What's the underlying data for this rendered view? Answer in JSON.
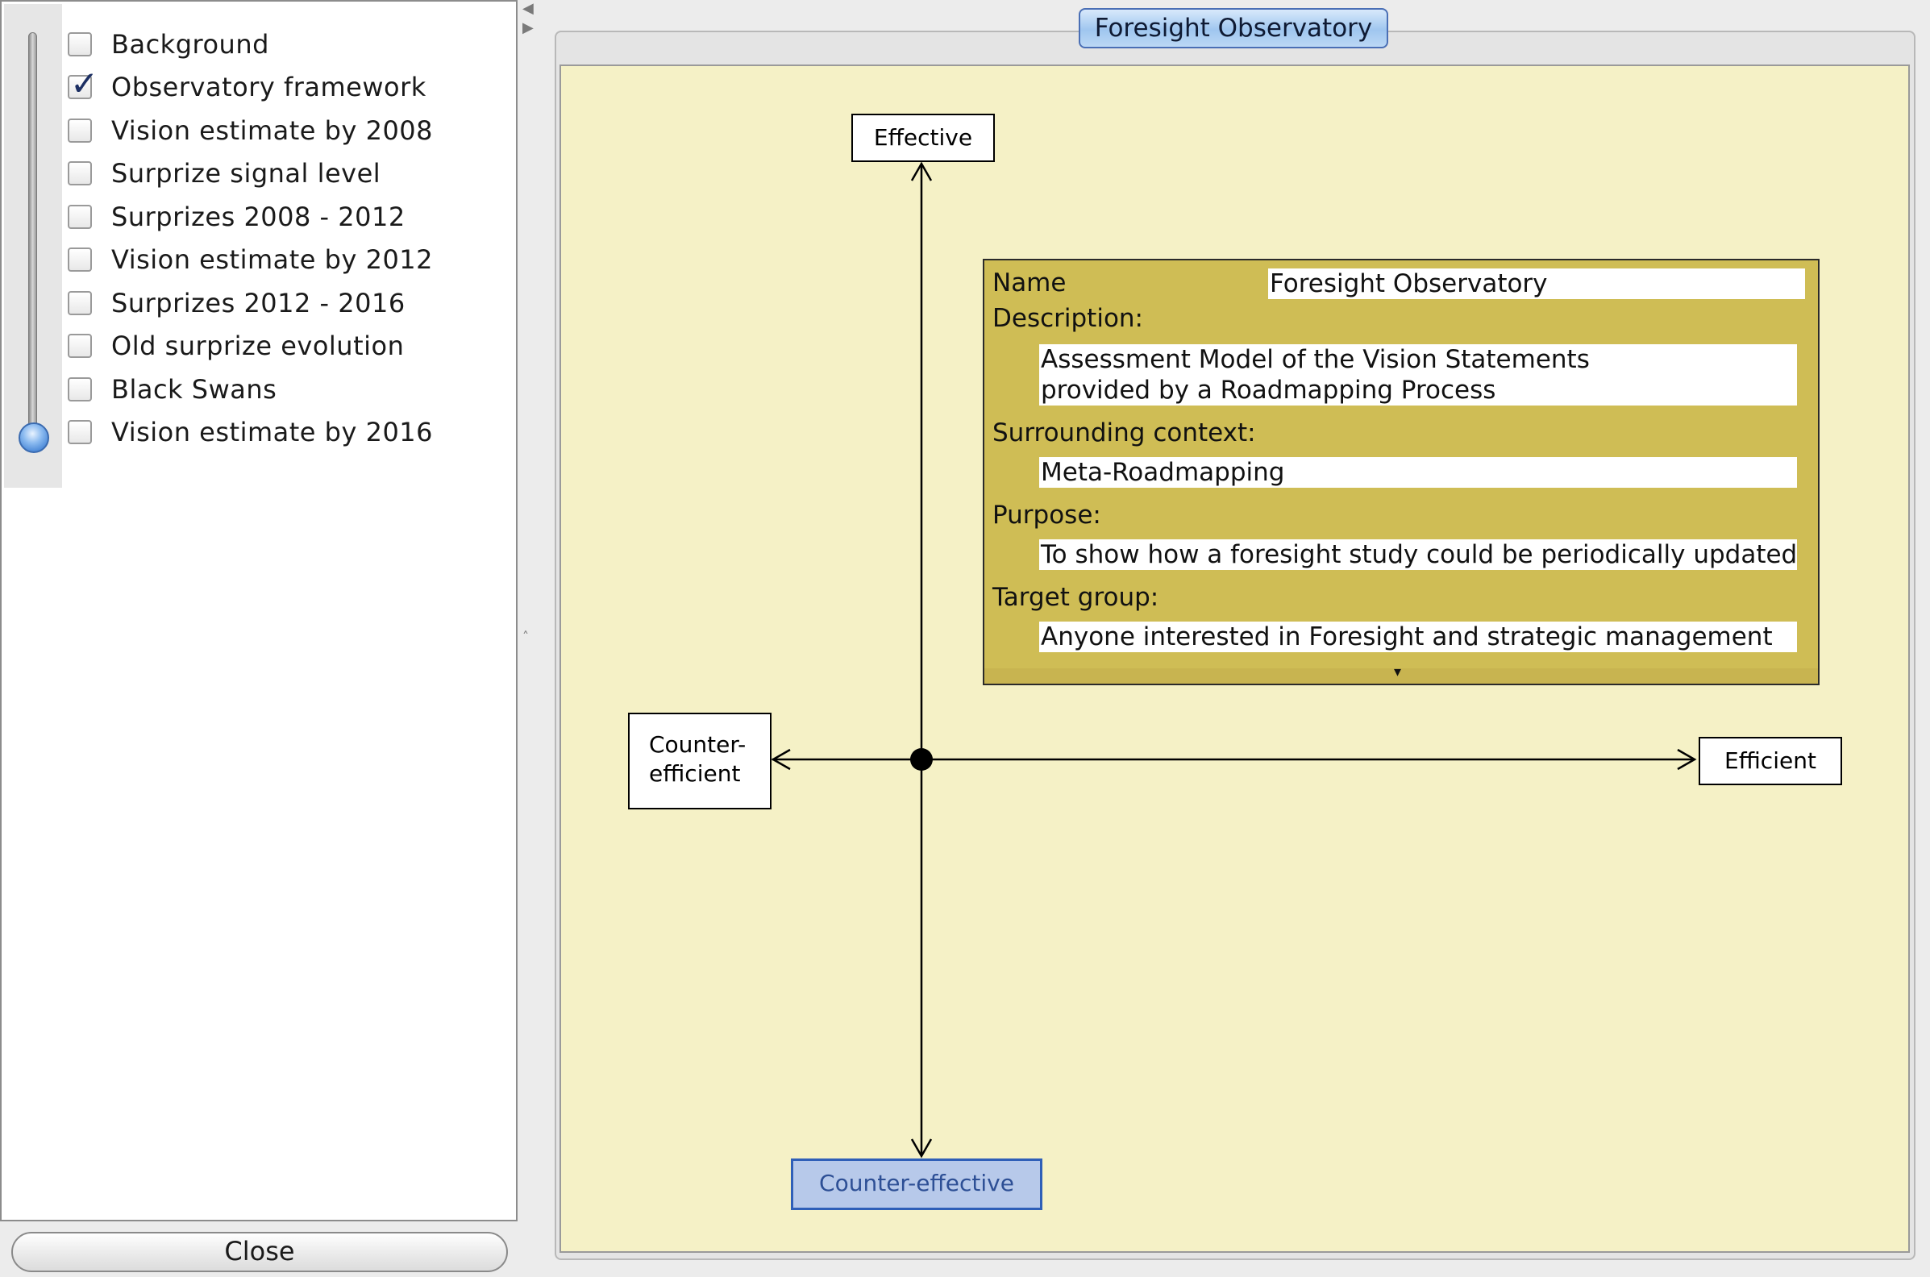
{
  "layers_panel": {
    "items": [
      {
        "label": "Background",
        "checked": false
      },
      {
        "label": "Observatory framework",
        "checked": true
      },
      {
        "label": "Vision estimate by 2008",
        "checked": false
      },
      {
        "label": "Surprize signal level",
        "checked": false
      },
      {
        "label": "Surprizes 2008 - 2012",
        "checked": false
      },
      {
        "label": "Vision estimate by 2012",
        "checked": false
      },
      {
        "label": "Surprizes 2012 - 2016",
        "checked": false
      },
      {
        "label": "Old surprize evolution",
        "checked": false
      },
      {
        "label": "Black Swans",
        "checked": false
      },
      {
        "label": "Vision estimate by 2016",
        "checked": false
      }
    ]
  },
  "close_label": "Close",
  "tab": {
    "title": "Foresight Observatory"
  },
  "canvas": {
    "background_color": "#f5f1c6",
    "nodes": {
      "effective": "Effective",
      "efficient": "Efficient",
      "counter_efficient_line1": "Counter-",
      "counter_efficient_line2": "efficient",
      "counter_effective": "Counter-effective"
    },
    "info": {
      "name_label": "Name",
      "name_value": "Foresight Observatory",
      "description_label": "Description:",
      "description_line1": "Assessment Model of the Vision Statements",
      "description_line2": "provided by a Roadmapping Process",
      "context_label": "Surrounding context:",
      "context_value": "Meta-Roadmapping",
      "purpose_label": "Purpose:",
      "purpose_value": "To show how a foresight study could be periodically updated",
      "target_label": "Target group:",
      "target_value": "Anyone interested in Foresight and strategic management"
    }
  },
  "colors": {
    "info_box": "#cfbd55",
    "selected_node": "#b7c9ea",
    "tab_accent": "#9fc6ef"
  }
}
